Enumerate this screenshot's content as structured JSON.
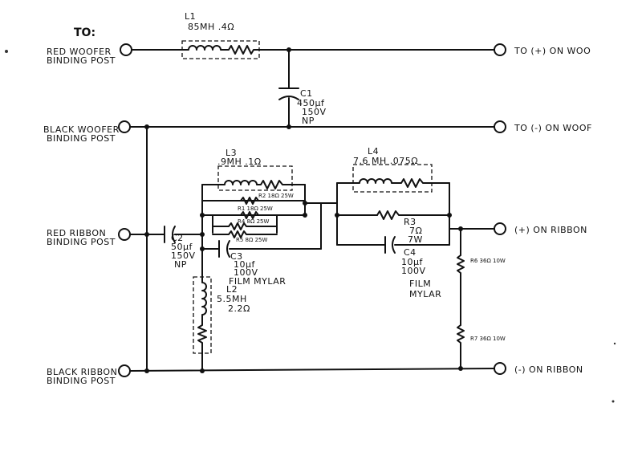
{
  "header": {
    "to_label": "TO:"
  },
  "inputs": {
    "red_woofer": [
      "RED WOOFER",
      "BINDING POST"
    ],
    "black_woofer": [
      "BLACK WOOFER",
      "BINDING POST"
    ],
    "red_ribbon": [
      "RED RIBBON",
      "BINDING POST"
    ],
    "black_ribbon": [
      "BLACK RIBBON",
      "BINDING POST"
    ]
  },
  "outputs": {
    "woofer_pos": "TO (+) ON WOO",
    "woofer_neg": "TO (-) ON WOOF",
    "ribbon_pos": "(+) ON RIBBON",
    "ribbon_neg": "(-) ON RIBBON"
  },
  "components": {
    "L1": {
      "name": "L1",
      "spec": "85MH .4Ω"
    },
    "C1": {
      "name": "C1",
      "lines": [
        "450μf",
        "150V",
        "NP"
      ]
    },
    "L3": {
      "name": "L3",
      "spec": ".9MH .1Ω"
    },
    "R2": {
      "label": "R2 18Ω 25W"
    },
    "R1": {
      "label": "R1 18Ω 25W"
    },
    "R4": {
      "label": "R4 8Ω 25W"
    },
    "R5": {
      "label": "R5 8Ω 25W"
    },
    "C2": {
      "name": "C2",
      "lines": [
        "50μf",
        "150V",
        "NP"
      ]
    },
    "C3": {
      "name": "C3",
      "lines": [
        "10μf",
        "100V"
      ],
      "type": "FILM MYLAR"
    },
    "L2": {
      "name": "L2",
      "lines": [
        "5.5MH",
        "2.2Ω"
      ]
    },
    "L4": {
      "name": "L4",
      "spec": "7.6 MH .075Ω"
    },
    "R3": {
      "name": "R3",
      "lines": [
        "7Ω",
        "7W"
      ]
    },
    "C4": {
      "name": "C4",
      "lines": [
        "10μf",
        "100V"
      ],
      "type": [
        "FILM",
        "MYLAR"
      ]
    },
    "R6": {
      "label": "R6 36Ω 10W"
    },
    "R7": {
      "label": "R7 36Ω 10W"
    }
  }
}
